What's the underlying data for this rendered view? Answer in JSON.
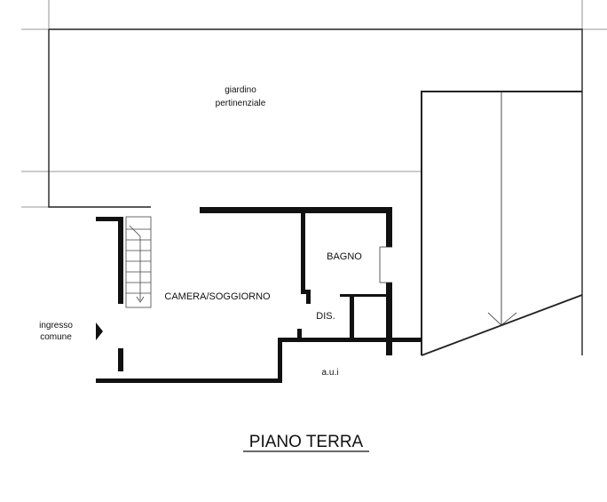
{
  "labels": {
    "garden_line1": "giardino",
    "garden_line2": "pertinenziale",
    "bagno": "BAGNO",
    "camera": "CAMERA/SOGGIORNO",
    "dis": "DIS.",
    "ingresso_line1": "ingresso",
    "ingresso_line2": "comune",
    "aui": "a.u.i",
    "title": "PIANO TERRA"
  }
}
